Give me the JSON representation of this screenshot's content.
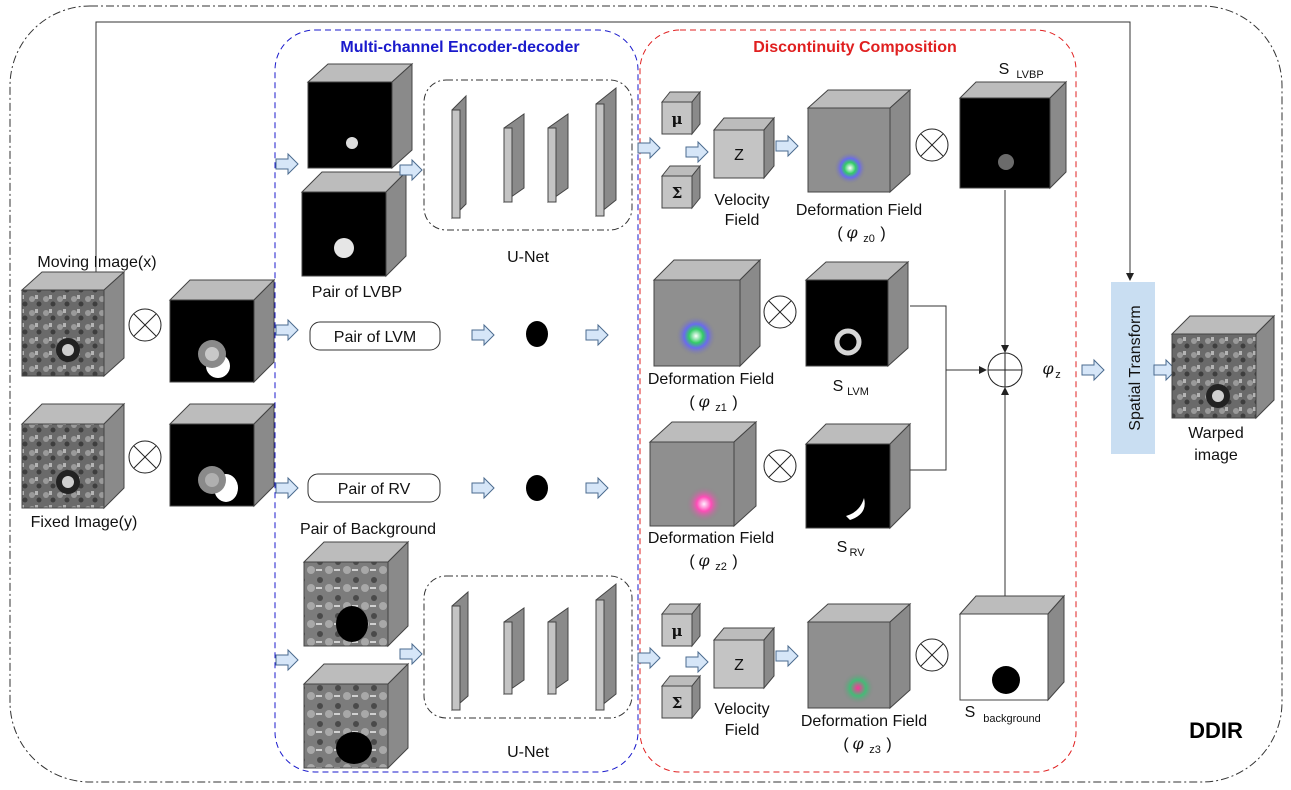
{
  "title_badge": "DDIR",
  "panels": {
    "encoder_title": "Multi-channel Encoder-decoder",
    "composition_title": "Discontinuity Composition",
    "encoder_color": "#1a1acc",
    "composition_color": "#e02020",
    "outer_color": "#333333"
  },
  "inputs": {
    "moving_label": "Moving Image(x)",
    "fixed_label": "Fixed Image(y)"
  },
  "encoder": {
    "pair_lvbp": "Pair of LVBP",
    "pair_lvm": "Pair of LVM",
    "pair_rv": "Pair of RV",
    "pair_background": "Pair of Background",
    "unet_label": "U-Net"
  },
  "latent": {
    "mu": "μ",
    "sigma": "Σ",
    "z": "Z",
    "velocity_line1": "Velocity",
    "velocity_line2": "Field"
  },
  "fields": {
    "deformation_label": "Deformation Field",
    "phi": "φ",
    "z0": "z0",
    "z1": "z1",
    "z2": "z2",
    "z3": "z3"
  },
  "segments": {
    "s": "S",
    "lvbp": "LVBP",
    "lvm": "LVM",
    "rv": "RV",
    "background": "background"
  },
  "combine": {
    "phi_z_sym": "φ",
    "phi_z_sub": "z"
  },
  "output": {
    "spatial_transform": "Spatial Transform",
    "warped_line1": "Warped",
    "warped_line2": "image",
    "spatial_fill": "#c9def2",
    "arrow_fill": "#d6e6f8"
  }
}
